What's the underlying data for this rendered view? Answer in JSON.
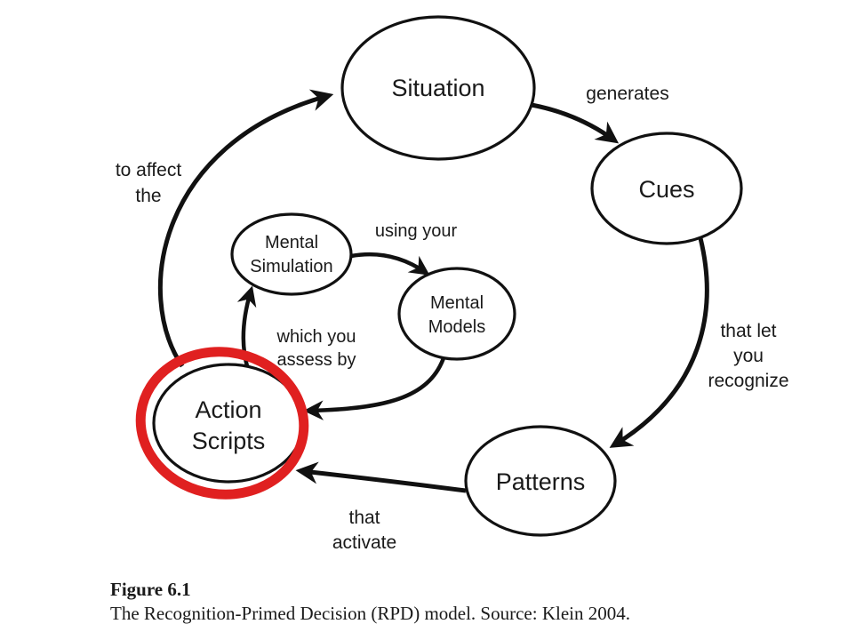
{
  "diagram": {
    "nodes": {
      "situation": {
        "label": "Situation"
      },
      "cues": {
        "label": "Cues"
      },
      "patterns": {
        "label": "Patterns"
      },
      "action_scripts": {
        "line1": "Action",
        "line2": "Scripts"
      },
      "mental_simulation": {
        "line1": "Mental",
        "line2": "Simulation"
      },
      "mental_models": {
        "line1": "Mental",
        "line2": "Models"
      }
    },
    "edges": {
      "generates": {
        "label": "generates"
      },
      "that_let_you_recognize": {
        "line1": "that let",
        "line2": "you",
        "line3": "recognize"
      },
      "that_activate": {
        "line1": "that",
        "line2": "activate"
      },
      "to_affect_the": {
        "line1": "to affect",
        "line2": "the"
      },
      "using_your": {
        "label": "using your"
      },
      "which_you_assess_by": {
        "line1": "which you",
        "line2": "assess by"
      }
    },
    "highlight": {
      "target": "Action Scripts",
      "color": "#e02020"
    }
  },
  "caption": {
    "figure_label": "Figure 6.1",
    "text": "The Recognition-Primed Decision (RPD) model. Source: Klein 2004."
  },
  "colors": {
    "ink": "#111111",
    "highlight": "#e02020",
    "background": "#ffffff"
  }
}
